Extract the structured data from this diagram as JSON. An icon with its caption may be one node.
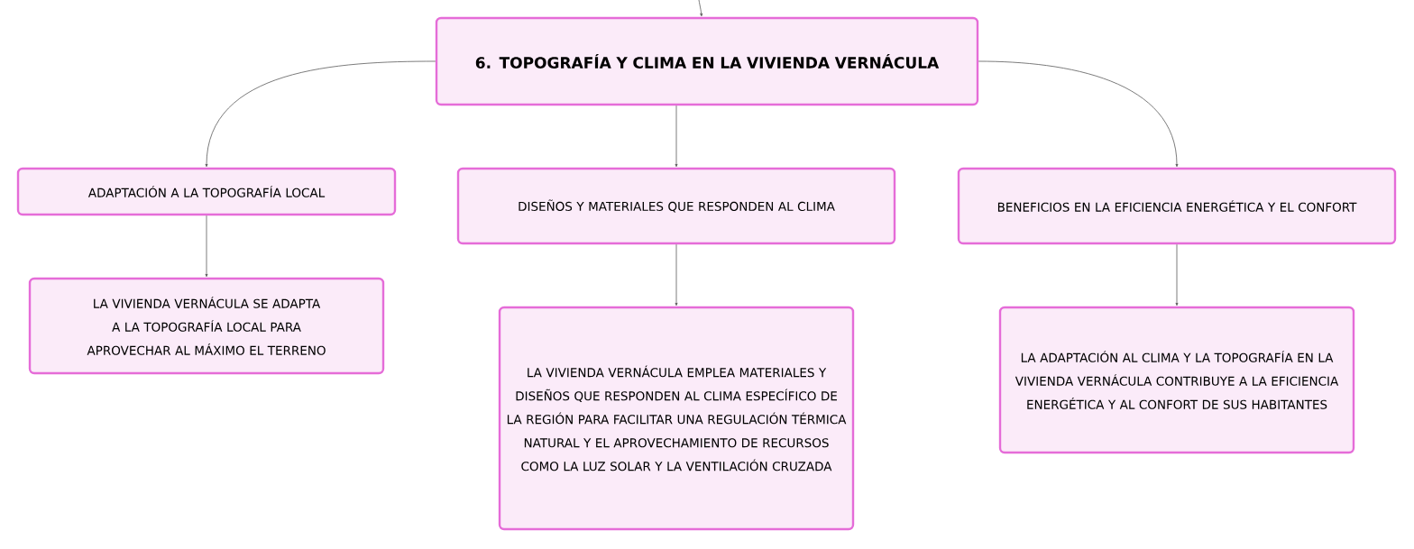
{
  "diagram": {
    "nodes": [
      {
        "text": [
          "6. TOPOGRAFÍA Y CLIMA EN LA VIVIENDA VERNÁCULA"
        ]
      },
      {
        "text": [
          "ADAPTACIÓN A LA TOPOGRAFÍA LOCAL"
        ]
      },
      {
        "text": [
          "DISEÑOS Y MATERIALES QUE RESPONDEN AL CLIMA"
        ]
      },
      {
        "text": [
          "BENEFICIOS EN LA EFICIENCIA ENERGÉTICA Y EL CONFORT"
        ]
      },
      {
        "text": [
          "LA VIVIENDA VERNÁCULA SE ADAPTA A LA TOPOGRAFÍA LOCAL PARA APROVECHAR AL MÁXIMO EL TERRENO"
        ]
      },
      {
        "text": [
          "LA VIVIENDA VERNÁCULA EMPLEA MATERIALES Y DISEÑOS QUE RESPONDEN AL CLIMA ESPECÍFICO DE LA REGIÓN PARA FACILITAR UNA REGULACIÓN TÉRMICA NATURAL Y EL APROVECHAMIENTO DE RECURSOS COMO LA LUZ SOLAR Y LA VENTILACIÓN CRUZADA"
        ]
      },
      {
        "text": [
          "LA ADAPTACIÓN AL CLIMA Y LA TOPOGRAFÍA EN LA VIVIENDA VERNÁCULA CONTRIBUYE A LA EFICIENCIA ENERGÉTICA Y AL CONFORT DE SUS HABITANTES"
        ]
      }
    ],
    "edges": [
      {
        "from": null,
        "to": 0,
        "arrow": "to"
      },
      {
        "from": 0,
        "to": 1,
        "arrow": "to"
      },
      {
        "from": 0,
        "to": 2,
        "arrow": "to"
      },
      {
        "from": 0,
        "to": 3,
        "arrow": "to"
      },
      {
        "from": 1,
        "to": 4,
        "arrow": "to"
      },
      {
        "from": 2,
        "to": 5,
        "arrow": "to"
      },
      {
        "from": 3,
        "to": 6,
        "arrow": "to"
      }
    ]
  }
}
